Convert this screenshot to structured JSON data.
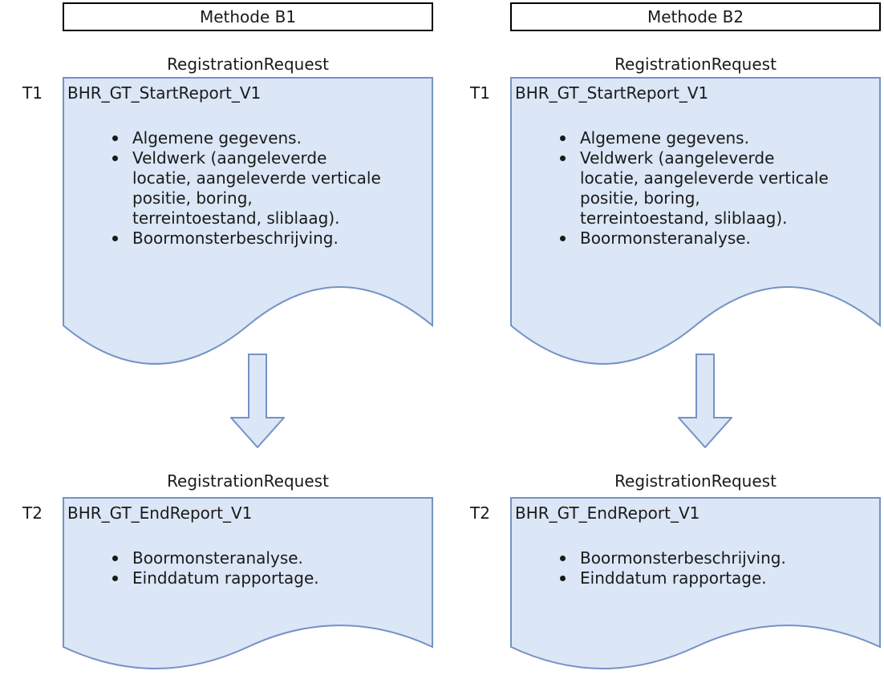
{
  "columns": [
    {
      "method": "Methode B1",
      "stages": [
        {
          "time_label": "T1",
          "request_label": "RegistrationRequest",
          "doc_title": "BHR_GT_StartReport_V1",
          "bullets": [
            "Algemene gegevens.",
            "Veldwerk (aangeleverde locatie, aangeleverde verticale positie, boring, terreintoestand, sliblaag).",
            "Boormonsterbeschrijving."
          ]
        },
        {
          "time_label": "T2",
          "request_label": "RegistrationRequest",
          "doc_title": "BHR_GT_EndReport_V1",
          "bullets": [
            "Boormonsteranalyse.",
            "Einddatum rapportage."
          ]
        }
      ]
    },
    {
      "method": "Methode B2",
      "stages": [
        {
          "time_label": "T1",
          "request_label": "RegistrationRequest",
          "doc_title": "BHR_GT_StartReport_V1",
          "bullets": [
            "Algemene gegevens.",
            "Veldwerk (aangeleverde locatie, aangeleverde verticale positie, boring, terreintoestand, sliblaag).",
            "Boormonsteranalyse."
          ]
        },
        {
          "time_label": "T2",
          "request_label": "RegistrationRequest",
          "doc_title": "BHR_GT_EndReport_V1",
          "bullets": [
            "Boormonsterbeschrijving.",
            "Einddatum rapportage."
          ]
        }
      ]
    }
  ],
  "colors": {
    "document_fill": "#dbe6f6",
    "document_stroke": "#7592c5",
    "arrow_fill": "#dbe6f6",
    "arrow_stroke": "#7592c5",
    "header_border": "#000000",
    "text": "#1a1a1a",
    "background": "#ffffff"
  }
}
